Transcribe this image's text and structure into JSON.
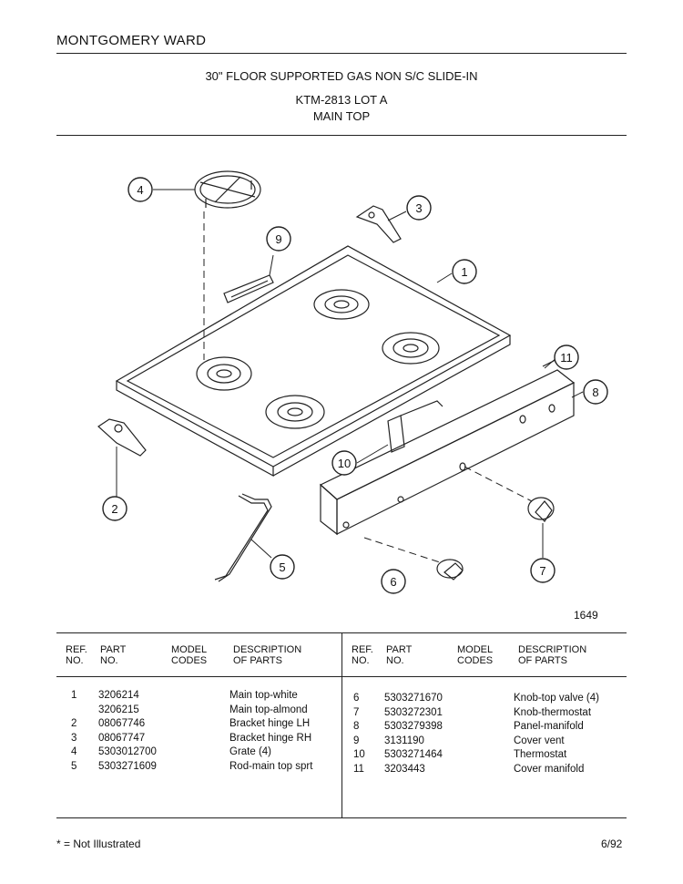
{
  "header": {
    "brand": "MONTGOMERY WARD",
    "title_line1": "30\" FLOOR SUPPORTED GAS NON S/C SLIDE-IN",
    "title_line2": "KTM-2813 LOT A",
    "title_line3": "MAIN TOP"
  },
  "figure": {
    "number": "1649",
    "callouts": [
      "1",
      "2",
      "3",
      "4",
      "5",
      "6",
      "7",
      "8",
      "9",
      "10",
      "11"
    ]
  },
  "table": {
    "headers": {
      "ref": "REF.\nNO.",
      "part": "PART\nNO.",
      "model": "MODEL\nCODES",
      "desc": "DESCRIPTION\nOF PARTS"
    },
    "left": {
      "ref": "1\n\n2\n3\n4\n5",
      "part": "3206214\n3206215\n08067746\n08067747\n5303012700\n5303271609",
      "desc": "Main top-white\nMain top-almond\nBracket hinge LH\nBracket hinge RH\nGrate (4)\nRod-main top sprt"
    },
    "right": {
      "ref": "6\n7\n8\n9\n10\n11",
      "part": "5303271670\n5303272301\n5303279398\n3131190\n5303271464\n3203443",
      "desc": "Knob-top valve (4)\nKnob-thermostat\nPanel-manifold\nCover vent\nThermostat\nCover manifold"
    }
  },
  "footer": {
    "footnote": "* = Not Illustrated",
    "date": "6/92"
  }
}
